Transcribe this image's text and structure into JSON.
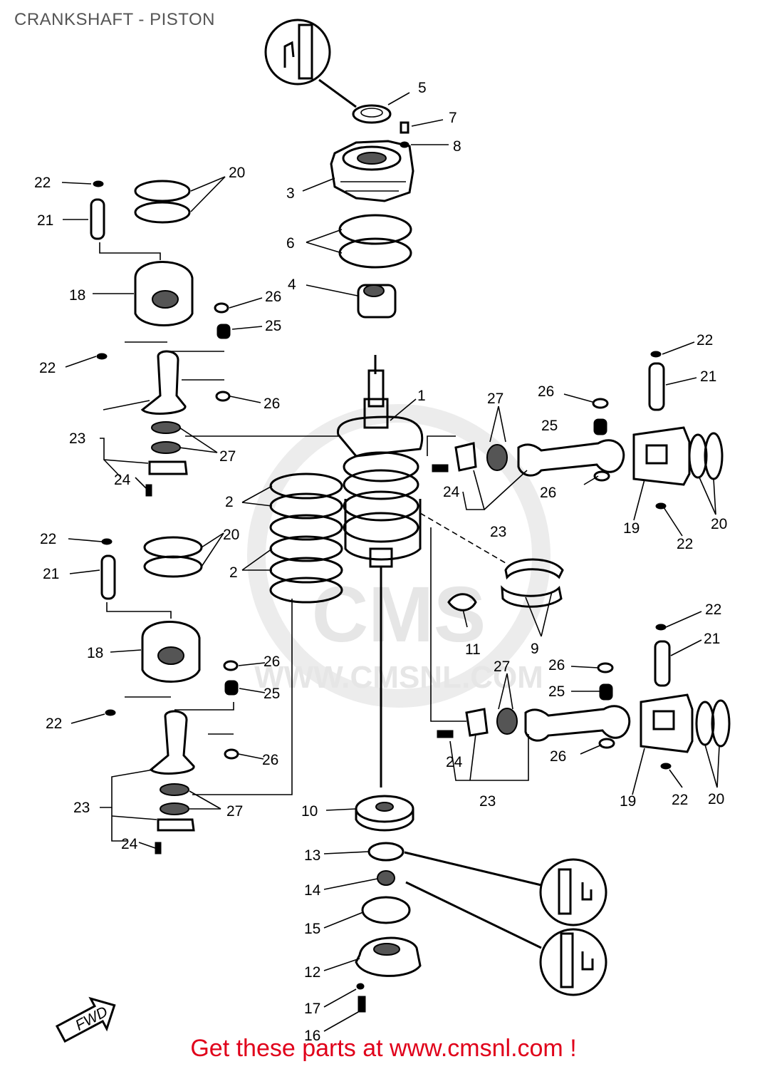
{
  "title": "CRANKSHAFT - PISTON",
  "footer_link_text": "Get these parts at www.cmsnl.com !",
  "watermark": {
    "logo_text": "CMS",
    "url_text": "WWW.CMSNL.COM"
  },
  "fwd_badge": "FWD",
  "callouts": {
    "c1": "1",
    "c2a": "2",
    "c2b": "2",
    "c3": "3",
    "c4": "4",
    "c5": "5",
    "c6": "6",
    "c7": "7",
    "c8": "8",
    "c9": "9",
    "c10": "10",
    "c11": "11",
    "c12": "12",
    "c13": "13",
    "c14": "14",
    "c15": "15",
    "c16": "16",
    "c17": "17",
    "c18a": "18",
    "c18b": "18",
    "c19a": "19",
    "c19b": "19",
    "c20a": "20",
    "c20b": "20",
    "c20c": "20",
    "c20d": "20",
    "c21a": "21",
    "c21b": "21",
    "c21c": "21",
    "c21d": "21",
    "c22a": "22",
    "c22b": "22",
    "c22c": "22",
    "c22d": "22",
    "c22e": "22",
    "c22f": "22",
    "c22g": "22",
    "c22h": "22",
    "c23a": "23",
    "c23b": "23",
    "c23c": "23",
    "c23d": "23",
    "c24a": "24",
    "c24b": "24",
    "c24c": "24",
    "c24d": "24",
    "c25a": "25",
    "c25b": "25",
    "c25c": "25",
    "c25d": "25",
    "c26a": "26",
    "c26b": "26",
    "c26c": "26",
    "c26d": "26",
    "c26e": "26",
    "c26f": "26",
    "c26g": "26",
    "c26h": "26",
    "c27a": "27",
    "c27b": "27",
    "c27c": "27",
    "c27d": "27"
  },
  "colors": {
    "footer": "#e0001a",
    "title": "#555555",
    "watermark": "#e6e6e6",
    "lines": "#000000"
  }
}
